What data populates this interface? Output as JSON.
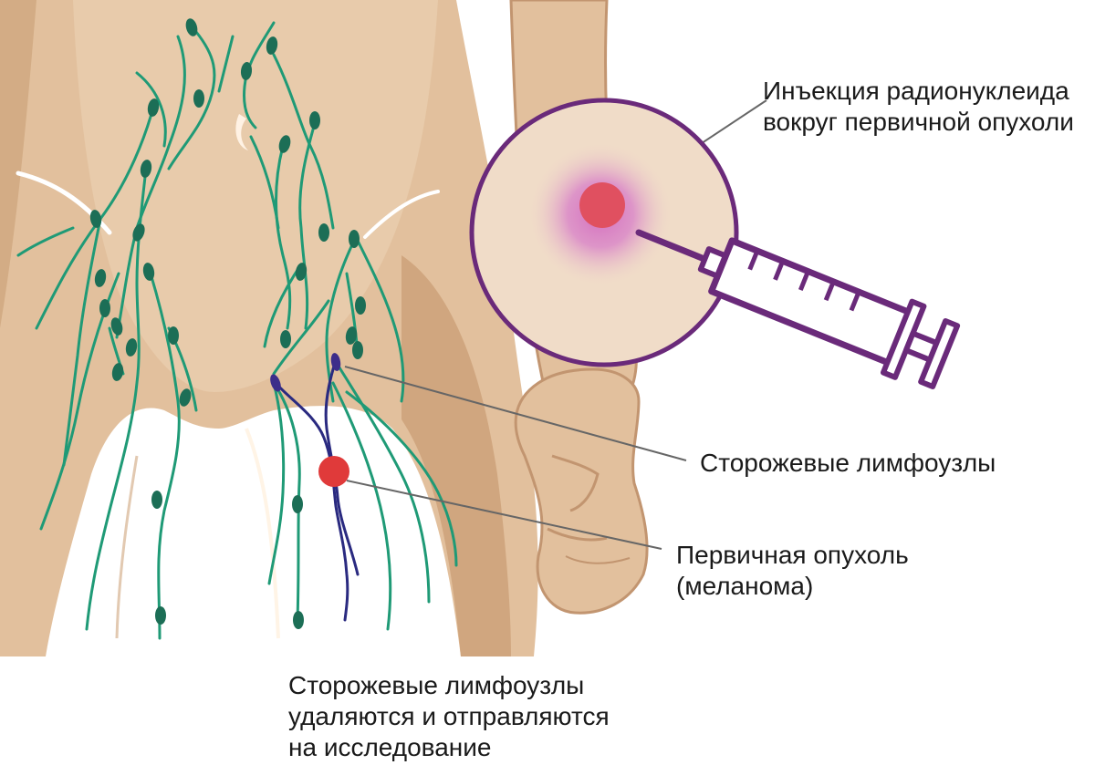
{
  "labels": {
    "injection": [
      "Инъекция радионуклеида",
      "вокруг первичной опухоли"
    ],
    "sentinel": [
      "Сторожевые лимфоузлы"
    ],
    "tumor": [
      "Первичная опухоль",
      "(меланома)"
    ],
    "bottom": [
      "Сторожевые лимфоузлы",
      "удаляются и отправляются",
      "на исследование"
    ]
  },
  "colors": {
    "skin": "#e2c09d",
    "skin_shadow": "#cfa57d",
    "skin_dark": "#c29570",
    "lymph_vessel": "#1f9a76",
    "lymph_node": "#1c6e56",
    "sentinel_node": "#3d2d8a",
    "sentinel_vessel": "#2a2a80",
    "tumor": "#e03a3a",
    "zoom_circle_fill": "#f0dcc8",
    "zoom_circle_border": "#6a2a7a",
    "radiotracer_glow": "#d27ac2",
    "syringe": "#6a2a7a",
    "leader_line": "#666666"
  },
  "icons": {
    "syringe": "syringe-icon",
    "zoom_circle": "magnifier-inset"
  }
}
